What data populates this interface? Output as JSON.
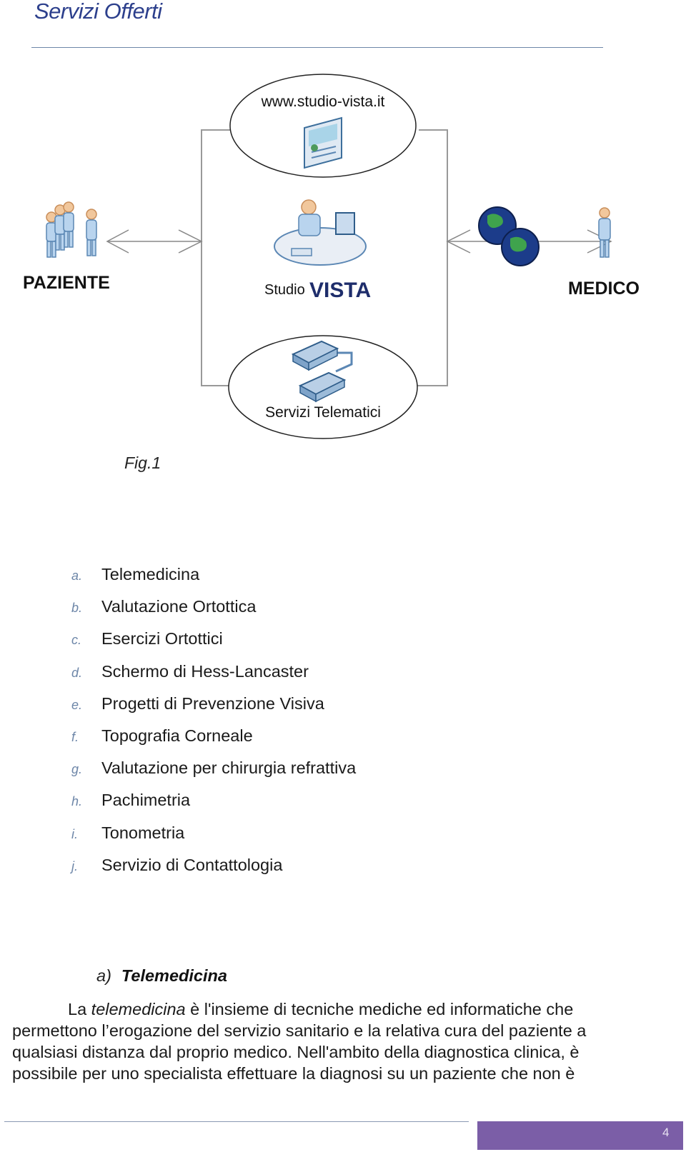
{
  "header": {
    "title": "Servizi Offerti"
  },
  "figure": {
    "web_label": "www.studio-vista.it",
    "paziente_label": "PAZIENTE",
    "medico_label": "MEDICO",
    "studio_word": "Studio",
    "vista_word": "VISTA",
    "telematici_label": "Servizi Telematici",
    "caption": "Fig.1"
  },
  "services": [
    {
      "marker": "a.",
      "label": "Telemedicina"
    },
    {
      "marker": "b.",
      "label": "Valutazione Ortottica"
    },
    {
      "marker": "c.",
      "label": "Esercizi Ortottici"
    },
    {
      "marker": "d.",
      "label": "Schermo di Hess-Lancaster"
    },
    {
      "marker": "e.",
      "label": "Progetti di Prevenzione Visiva"
    },
    {
      "marker": "f.",
      "label": "Topografia Corneale"
    },
    {
      "marker": "g.",
      "label": "Valutazione per chirurgia refrattiva"
    },
    {
      "marker": "h.",
      "label": "Pachimetria"
    },
    {
      "marker": "i.",
      "label": "Tonometria"
    },
    {
      "marker": "j.",
      "label": "Servizio di Contattologia"
    }
  ],
  "section": {
    "letter": "a)",
    "title": "Telemedicina",
    "para_line1_pre": "La ",
    "para_line1_em": "telemedicina",
    "para_line1_post": " è l'insieme di tecniche mediche ed informatiche che",
    "para_line2": "permettono l’erogazione del servizio sanitario e la relativa cura del paziente a",
    "para_line3": "qualsiasi distanza dal proprio medico. Nell'ambito della diagnostica clinica, è",
    "para_line4": "possibile per uno specialista effettuare la diagnosi su un paziente che non è"
  },
  "footer": {
    "page_number": "4"
  }
}
